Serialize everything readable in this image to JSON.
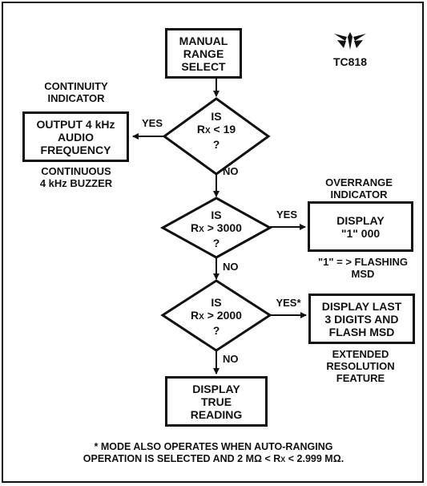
{
  "logo": {
    "icon": "teledyne-logo-icon",
    "text": "TC818"
  },
  "start": {
    "lines": [
      "MANUAL",
      "RANGE",
      "SELECT"
    ]
  },
  "continuity": {
    "title_lines": [
      "CONTINUITY",
      "INDICATOR"
    ],
    "box_lines": [
      "OUTPUT 4 kHz",
      "AUDIO",
      "FREQUENCY"
    ],
    "caption_lines": [
      "CONTINUOUS",
      "4 kHz BUZZER"
    ]
  },
  "decision1": {
    "is": "IS",
    "rx": "R",
    "sub": "X",
    "cond": " < 19",
    "q": "?",
    "yes": "YES",
    "no": "NO"
  },
  "overrange": {
    "title_lines": [
      "OVERRANGE",
      "INDICATOR"
    ],
    "box_lines": [
      "DISPLAY",
      "\"1\" 000"
    ],
    "caption_lines": [
      "\"1\" = > FLASHING",
      "MSD"
    ]
  },
  "decision2": {
    "is": "IS",
    "rx": "R",
    "sub": "X",
    "cond": " > 3000",
    "q": "?",
    "yes": "YES",
    "no": "NO"
  },
  "extended": {
    "box_lines": [
      "DISPLAY LAST",
      "3 DIGITS AND",
      "FLASH MSD"
    ],
    "caption_lines": [
      "EXTENDED",
      "RESOLUTION",
      "FEATURE"
    ]
  },
  "decision3": {
    "is": "IS",
    "rx": "R",
    "sub": "X",
    "cond": " > 2000",
    "q": "?",
    "yes": "YES*",
    "no": "NO"
  },
  "end": {
    "lines": [
      "DISPLAY",
      "TRUE",
      "READING"
    ]
  },
  "footnote": {
    "line1": "* MODE ALSO OPERATES WHEN AUTO-RANGING",
    "line2_pre": "OPERATION IS SELECTED AND 2 MΩ < R",
    "line2_sub": "X",
    "line2_post": " < 2.999 MΩ."
  }
}
